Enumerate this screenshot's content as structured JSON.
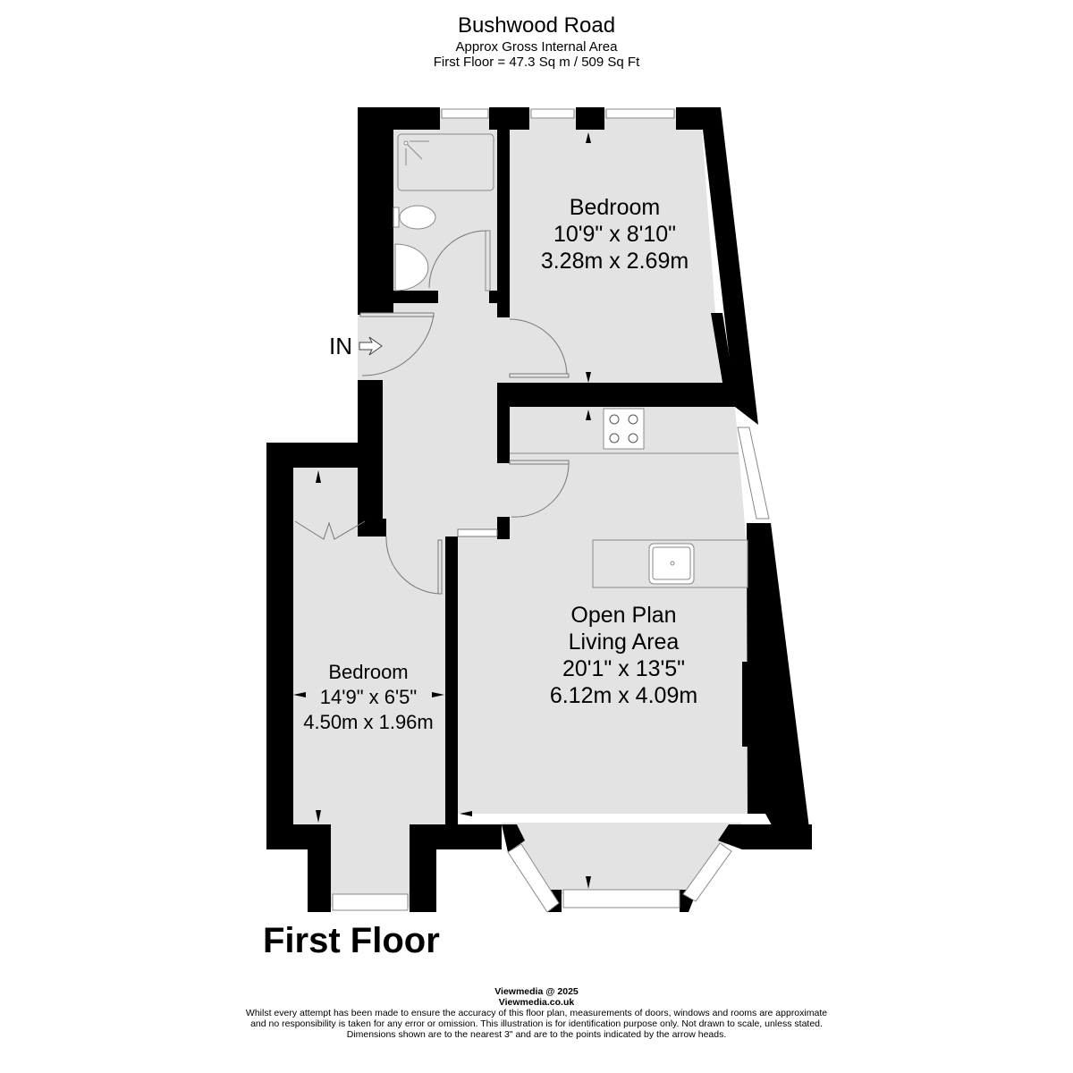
{
  "header": {
    "title": "Bushwood Road",
    "subtitle_line1": "Approx Gross Internal Area",
    "subtitle_line2": "First Floor = 47.3 Sq m / 509 Sq Ft"
  },
  "floor_label": "First Floor",
  "entrance_label": "IN",
  "rooms": [
    {
      "name": "Bedroom",
      "imperial": "10'9\" x 8'10\"",
      "metric": "3.28m x 2.69m"
    },
    {
      "name": "Bedroom",
      "imperial": "14'9\" x 6'5\"",
      "metric": "4.50m x 1.96m"
    },
    {
      "name_line1": "Open Plan",
      "name_line2": "Living Area",
      "imperial": "20'1\" x 13'5\"",
      "metric": "6.12m x 4.09m"
    }
  ],
  "fixtures": [
    "shower-tray",
    "toilet",
    "wash-basin",
    "hob",
    "kitchen-sink",
    "wardrobe"
  ],
  "colors": {
    "wall": "#000000",
    "floor": "#e3e3e3",
    "fixture": "#ffffff",
    "line": "#7a7a7a"
  },
  "footer": {
    "copyright": "Viewmedia @ 2025",
    "website": "Viewmedia.co.uk",
    "disclaimer_line1": "Whilst every attempt has been made to ensure the accuracy of this floor plan, measurements of doors, windows and rooms are approximate",
    "disclaimer_line2": "and no responsibility is taken for any error or omission. This illustration is for identification purpose only.  Not drawn to scale, unless stated.",
    "disclaimer_line3": "Dimensions shown are to the nearest 3\" and are to the points indicated by the arrow heads."
  }
}
